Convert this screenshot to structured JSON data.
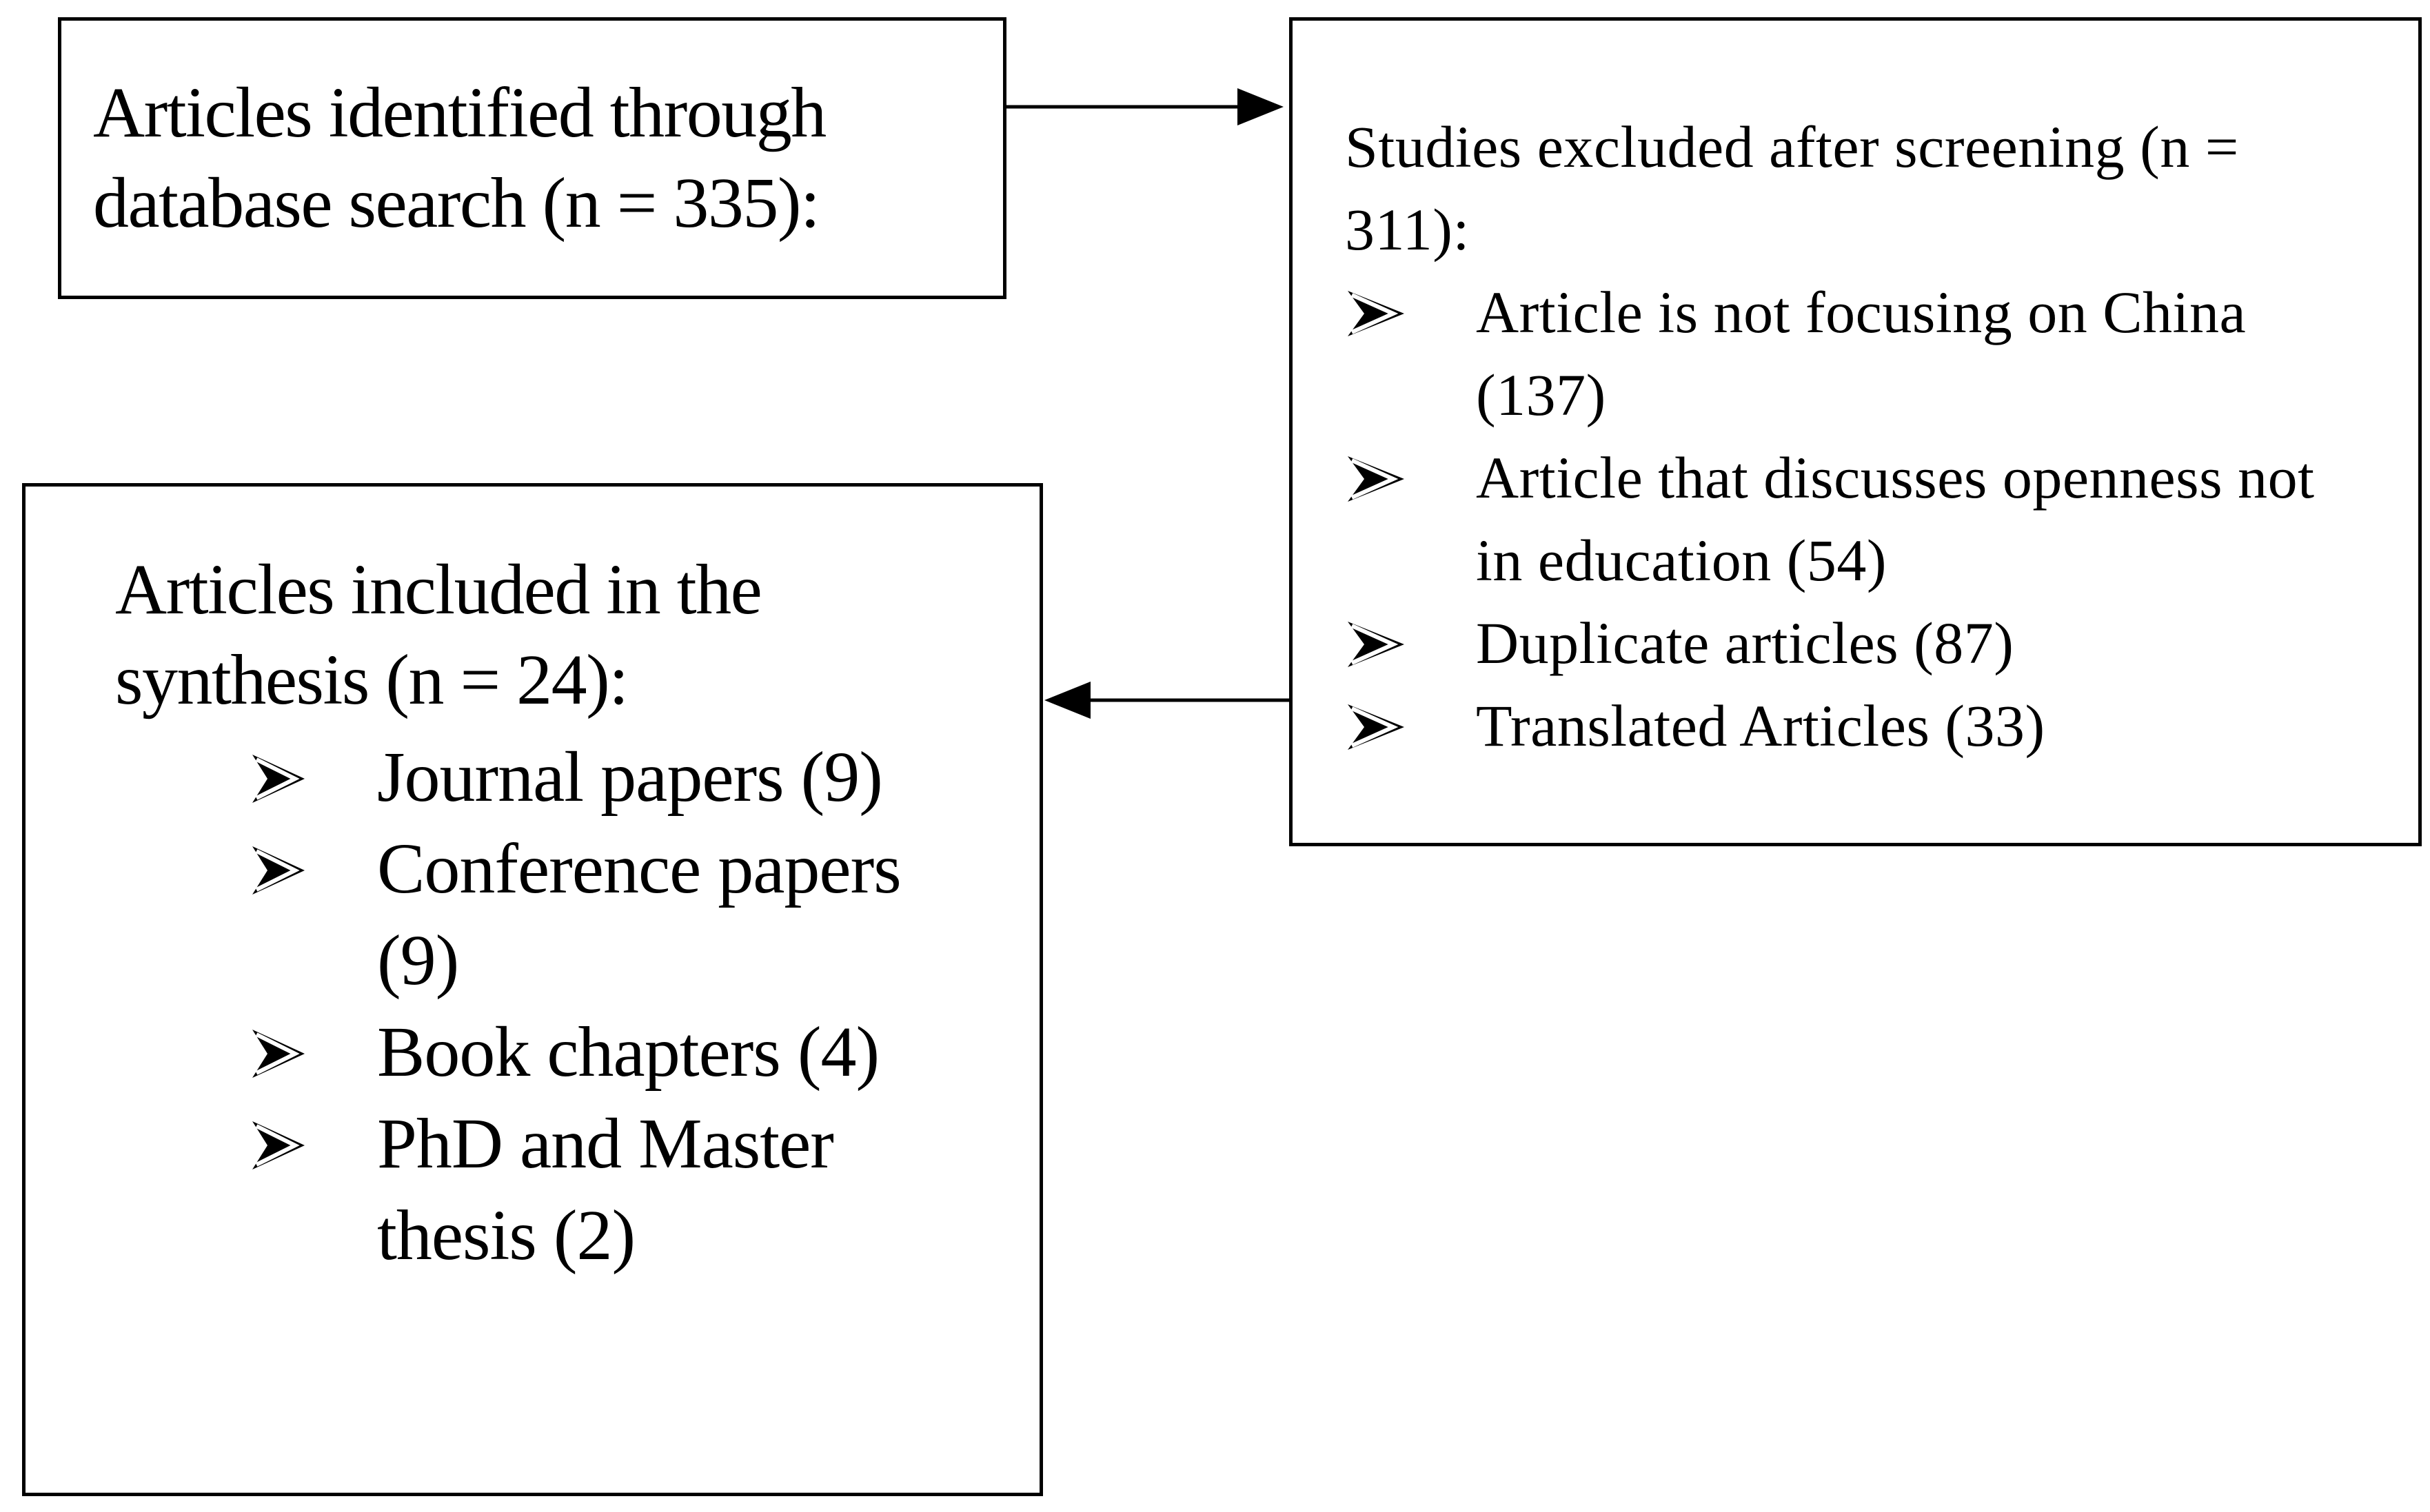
{
  "diagram": {
    "identified": {
      "text": "Articles identified through database search (n = 335):"
    },
    "excluded": {
      "text": "Studies excluded after screening (n = 311):",
      "items": [
        "Article is not focusing on China (137)",
        "Article that discusses openness not in education (54)",
        "Duplicate articles (87)",
        "Translated Articles (33)"
      ]
    },
    "included": {
      "text": "Articles included in the synthesis (n = 24):",
      "items": [
        "Journal papers (9)",
        "Conference papers (9)",
        "Book chapters (4)",
        "PhD and Master thesis (2)"
      ]
    },
    "colors": {
      "line": "#000000",
      "background": "#ffffff"
    },
    "icons": {
      "bullet": "arrowhead-bullet-icon",
      "connector": "arrow-connector"
    }
  }
}
